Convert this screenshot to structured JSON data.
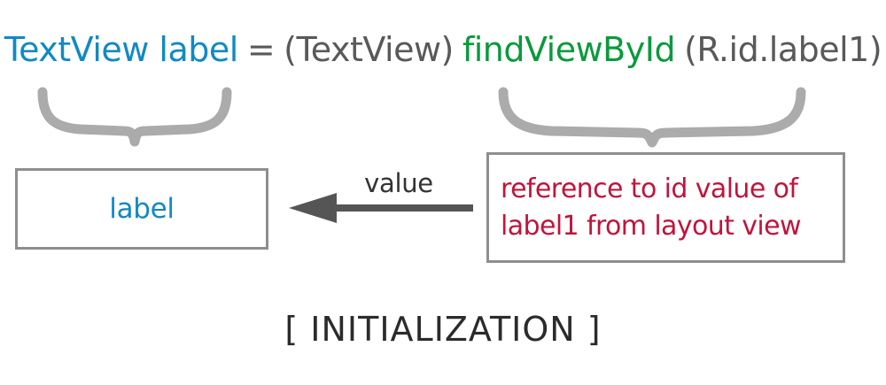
{
  "diagram": {
    "caption": "[ INITIALIZATION ]",
    "colors": {
      "blue": "#1289c4",
      "gray": "#595959",
      "green": "#0a9a3d",
      "red": "#c0143c",
      "brace": "#ababab",
      "border": "#8e8e8e",
      "arrow": "#555555",
      "caption": "#2b2b2b"
    },
    "code_line": {
      "full_text": "TextView label = (TextView) findViewById (R.id.label1)",
      "tokens": [
        {
          "text": "TextView label",
          "color_role": "blue"
        },
        {
          "text": "=",
          "color_role": "gray"
        },
        {
          "text": "(TextView)",
          "color_role": "gray"
        },
        {
          "text": "findViewById",
          "color_role": "green"
        },
        {
          "text": "(R.id.label1)",
          "color_role": "gray"
        }
      ]
    },
    "braces": [
      {
        "name": "left-brace",
        "spans_token": "TextView label"
      },
      {
        "name": "right-brace",
        "spans_token": "findViewById (R.id.label1)"
      }
    ],
    "label_box": {
      "text": "label"
    },
    "reference_box": {
      "line1": "reference to id value of",
      "line2": "label1 from layout view"
    },
    "arrow": {
      "label": "value",
      "direction": "left",
      "from": "reference_box",
      "to": "label_box"
    }
  }
}
